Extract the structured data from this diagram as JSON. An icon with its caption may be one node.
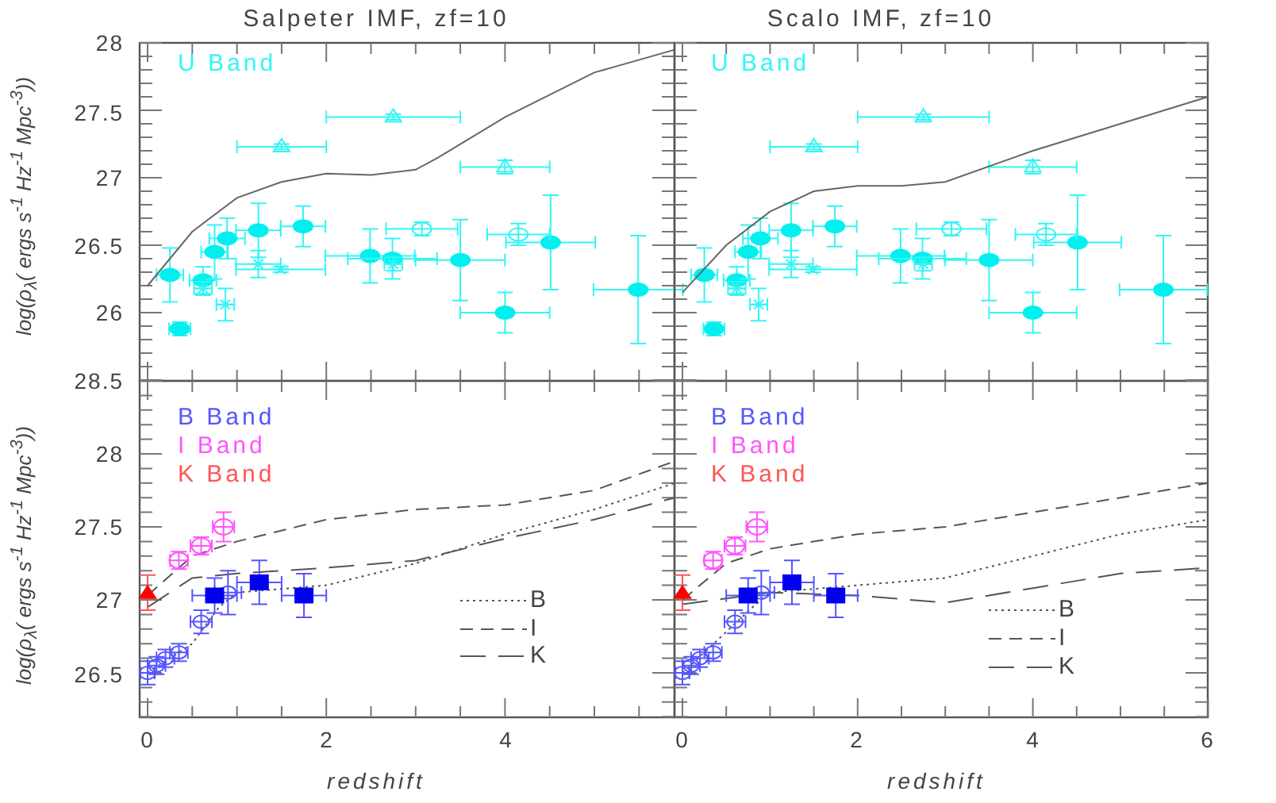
{
  "diagram": {
    "labels": [
      "Salpeter IMF, zf=10",
      "Scalo IMF, zf=10",
      "28",
      "U Band",
      "U Band",
      "27.5",
      "27",
      "26.5",
      "26",
      "28.5",
      "log(ρ$_{λ}$( ergs s$^{-1}$ Hz$^{-1}$ Mpc$^{-3}$))",
      "B Band",
      "I Band",
      "K Band",
      "B Band",
      "I Band",
      "K Band",
      "28",
      "27.5",
      "27",
      "26.5",
      "log(ρ$_{λ}$( ergs s$^{-1}$ Hz$^{-1}$ Mpc$^{-3}$))",
      "0",
      "2",
      "4",
      "0",
      "2",
      "4",
      "6",
      "redshift",
      "redshift"
    ],
    "legend": [
      {
        "text": "B"
      },
      {
        "text": "I"
      },
      {
        "text": "K"
      },
      {
        "text": "B"
      },
      {
        "text": "I"
      },
      {
        "text": "K"
      }
    ]
  }
}
